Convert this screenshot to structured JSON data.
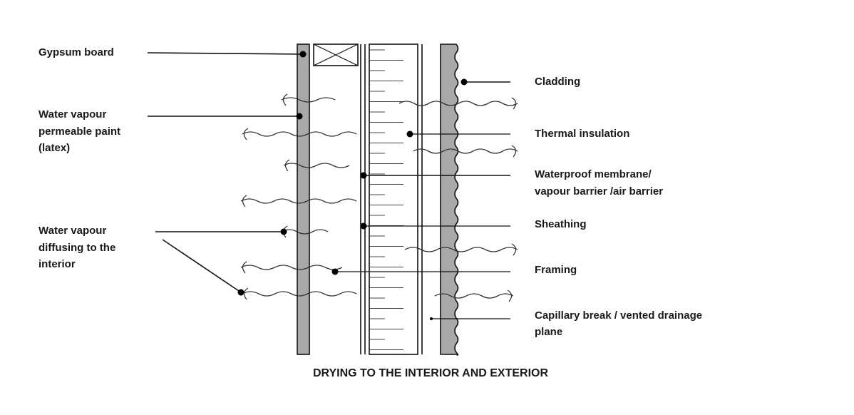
{
  "labels": {
    "gypsum_board": "Gypsum board",
    "paint": [
      "Water vapour",
      "permeable paint",
      "(latex)"
    ],
    "diffusing": [
      "Water vapour",
      "diffusing to the",
      "interior"
    ],
    "cladding": "Cladding",
    "thermal_insulation": "Thermal insulation",
    "membrane": [
      "Waterproof membrane/",
      "vapour barrier /air barrier"
    ],
    "sheathing": "Sheathing",
    "framing": "Framing",
    "capillary": [
      "Capillary break / vented drainage",
      "plane"
    ]
  },
  "caption": "DRYING TO THE INTERIOR AND EXTERIOR",
  "colors": {
    "wall_fill": "#a9a9a9",
    "ink": "#111111",
    "background": "#ffffff"
  }
}
